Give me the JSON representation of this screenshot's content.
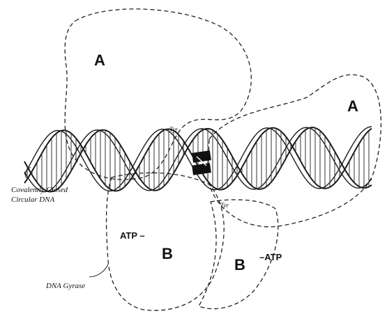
{
  "figure": {
    "subunit_a_label": "A",
    "subunit_b_label": "B",
    "atp_label_left": "ATP –",
    "atp_label_right": "–ATP",
    "tyr_label": "Tyr",
    "dna_caption_line1": "Covalently Closed",
    "dna_caption_line2": "Circular DNA",
    "enzyme_caption": "DNA Gyrase"
  }
}
